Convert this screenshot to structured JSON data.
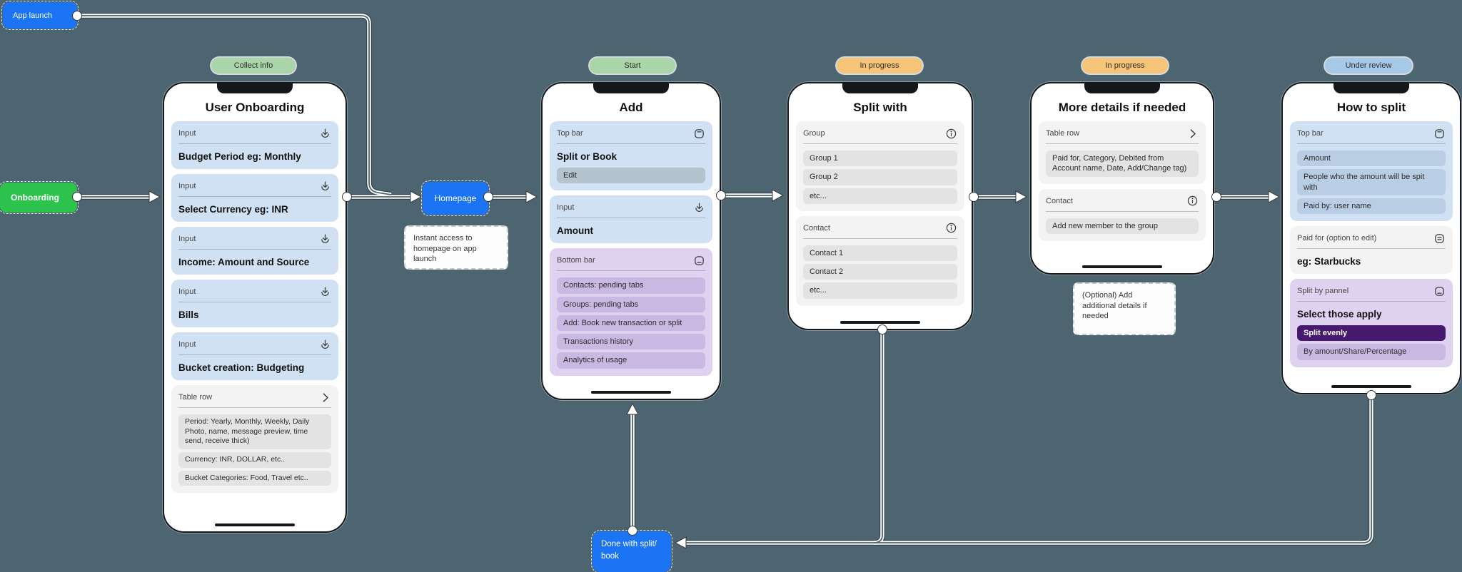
{
  "nodes": {
    "app_launch": "App launch",
    "onboarding": "Onboarding",
    "homepage": "Homepage",
    "done": "Done with split/ book"
  },
  "badges": {
    "collect_info": "Collect info",
    "start": "Start",
    "in_progress_1": "In progress",
    "in_progress_2": "In progress",
    "under_review": "Under review"
  },
  "notes": {
    "homepage_note": "Instant access to homepage on app launch",
    "optional_note": "(Optional) Add additional details if needed"
  },
  "phones": [
    {
      "title": "User Onboarding",
      "inputs": [
        {
          "label": "Input",
          "value": "Budget Period eg: Monthly"
        },
        {
          "label": "Input",
          "value": "Select Currency eg: INR"
        },
        {
          "label": "Input",
          "value": "Income: Amount and Source"
        },
        {
          "label": "Input",
          "value": "Bills"
        },
        {
          "label": "Input",
          "value": "Bucket creation: Budgeting"
        }
      ],
      "table": {
        "label": "Table row",
        "rows": [
          "Period: Yearly, Monthly, Weekly, Daily Photo, name, message preview, time send, receive thick)",
          "Currency: INR, DOLLAR, etc..",
          "Bucket Categories: Food, Travel etc.."
        ]
      }
    },
    {
      "title": "Add",
      "top_bar": {
        "label": "Top bar",
        "value": "Split or Book",
        "row": "Edit"
      },
      "input": {
        "label": "Input",
        "value": "Amount"
      },
      "bottom_bar": {
        "label": "Bottom bar",
        "rows": [
          "Contacts: pending tabs",
          "Groups: pending tabs",
          "Add: Book new transaction or split",
          "Transactions history",
          "Analytics of usage"
        ]
      }
    },
    {
      "title": "Split with",
      "group": {
        "label": "Group",
        "rows": [
          "Group 1",
          "Group 2",
          "etc..."
        ]
      },
      "contact": {
        "label": "Contact",
        "rows": [
          "Contact 1",
          "Contact 2",
          "etc..."
        ]
      }
    },
    {
      "title": "More details if needed",
      "table": {
        "label": "Table row",
        "rows": [
          "Paid for, Category, Debited from Account name, Date, Add/Change tag)"
        ]
      },
      "contact": {
        "label": "Contact",
        "rows": [
          "Add new member to the group"
        ]
      }
    },
    {
      "title": "How to split",
      "top_bar": {
        "label": "Top bar",
        "rows": [
          "Amount",
          "People who the amount will be spit with",
          "Paid by: user name"
        ]
      },
      "paid_for": {
        "label": "Paid for (option to edit)",
        "value": "eg: Starbucks"
      },
      "split_panel": {
        "label": "Split by pannel",
        "value": "Select those apply",
        "options": [
          {
            "text": "Split evenly",
            "selected": true
          },
          {
            "text": "By amount/Share/Percentage",
            "selected": false
          }
        ]
      }
    }
  ],
  "colors": {
    "background": "#4d6570",
    "node_blue": "#1b74f3",
    "node_green": "#2cc24b",
    "badge_green": "#a9d5a8",
    "badge_orange": "#f6c478",
    "badge_blue": "#a6c9e8",
    "card_blue": "#cfe1f3",
    "card_purple": "#ded2f0",
    "card_gray": "#f3f3f3",
    "row_selected_purple": "#46196e"
  }
}
